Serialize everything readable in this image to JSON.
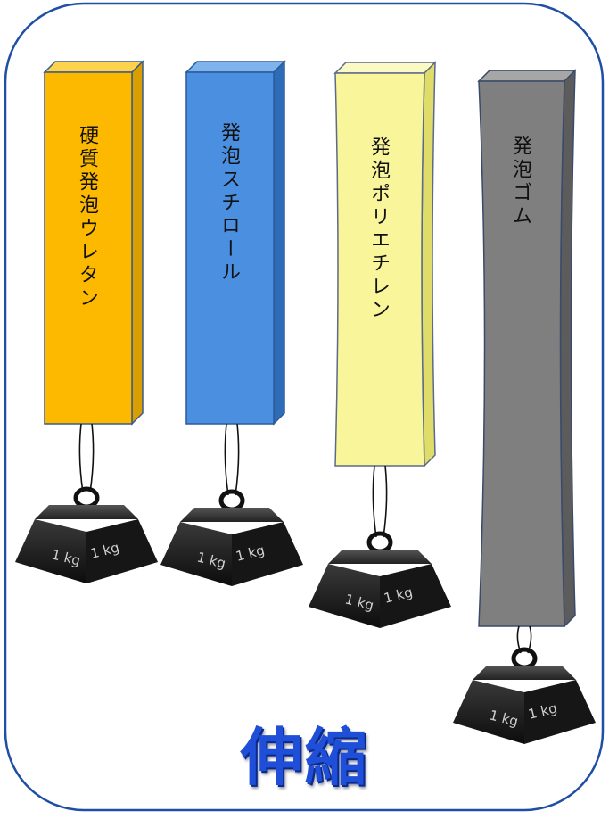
{
  "title": "伸縮",
  "weight_label": "1 kg",
  "colors": {
    "frame_border": "#1f4fa5",
    "title": "#1f4fd8",
    "weight": "#111111"
  },
  "blocks": [
    {
      "name": "urethane",
      "label": "硬質発泡ウレタン",
      "color": "#fcb900",
      "side": "#d99e00",
      "top": "#ffd24d"
    },
    {
      "name": "styrofoam",
      "label": "発泡スチロール",
      "color": "#4a8fe0",
      "side": "#2f6cb8",
      "top": "#7fb3ee"
    },
    {
      "name": "polyethylene",
      "label": "発泡ポリエチレン",
      "color": "#f8f59a",
      "side": "#e0dc6a",
      "top": "#fbf9c4"
    },
    {
      "name": "rubber",
      "label": "発泡ゴム",
      "color": "#7f7f7f",
      "side": "#5c5c5c",
      "top": "#a6a6a6"
    }
  ]
}
